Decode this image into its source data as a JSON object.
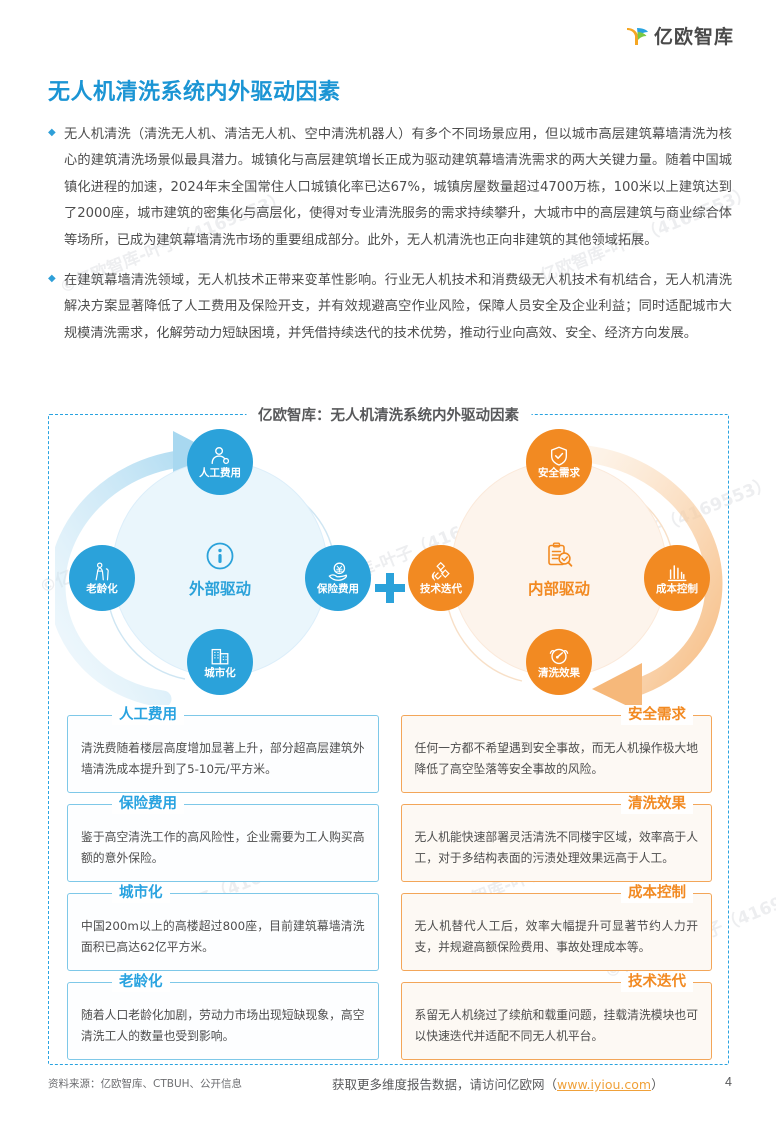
{
  "brand": {
    "logo_text": "亿欧智库"
  },
  "page_title": "无人机清洗系统内外驱动因素",
  "paragraphs": [
    "无人机清洗（清洗无人机、清洁无人机、空中清洗机器人）有多个不同场景应用，但以城市高层建筑幕墙清洗为核心的建筑清洗场景似最具潜力。城镇化与高层建筑增长正成为驱动建筑幕墙清洗需求的两大关键力量。随着中国城镇化进程的加速，2024年末全国常住人口城镇化率已达67%，城镇房屋数量超过4700万栋，100米以上建筑达到了2000座，城市建筑的密集化与高层化，使得对专业清洗服务的需求持续攀升，大城市中的高层建筑与商业综合体等场所，已成为建筑幕墙清洗市场的重要组成部分。此外，无人机清洗也正向非建筑的其他领域拓展。",
    "在建筑幕墙清洗领域，无人机技术正带来变革性影响。行业无人机技术和消费级无人机技术有机结合，无人机清洗解决方案显著降低了人工费用及保险开支，并有效规避高空作业风险，保障人员安全及企业利益；同时适配城市大规模清洗需求，化解劳动力短缺困境，并凭借持续迭代的技术优势，推动行业向高效、安全、经济方向发展。"
  ],
  "figure": {
    "title": "亿欧智库：无人机清洗系统内外驱动因素",
    "separator_icon": "plus-icon",
    "clusters": [
      {
        "id": "external",
        "center_label": "外部驱动",
        "center_icon": "info-circle-icon",
        "accent": "#2ba2da",
        "nodes": [
          {
            "position": "top",
            "label": "人工费用",
            "icon": "person-icon"
          },
          {
            "position": "right",
            "label": "保险费用",
            "icon": "hand-yuan-icon"
          },
          {
            "position": "bottom",
            "label": "城市化",
            "icon": "building-icon"
          },
          {
            "position": "left",
            "label": "老龄化",
            "icon": "elderly-cane-icon"
          }
        ]
      },
      {
        "id": "internal",
        "center_label": "内部驱动",
        "center_icon": "clipboard-search-icon",
        "accent": "#f28a22",
        "nodes": [
          {
            "position": "top",
            "label": "安全需求",
            "icon": "shield-check-icon"
          },
          {
            "position": "right",
            "label": "成本控制",
            "icon": "bar-chart-icon"
          },
          {
            "position": "bottom",
            "label": "清洗效果",
            "icon": "gauge-icon"
          },
          {
            "position": "left",
            "label": "技术迭代",
            "icon": "satellite-icon"
          }
        ]
      }
    ],
    "cards_left": [
      {
        "title": "人工费用",
        "body": "清洗费随着楼层高度增加显著上升，部分超高层建筑外墙清洗成本提升到了5-10元/平方米。"
      },
      {
        "title": "保险费用",
        "body": "鉴于高空清洗工作的高风险性，企业需要为工人购买高额的意外保险。"
      },
      {
        "title": "城市化",
        "body": "中国200m以上的高楼超过800座，目前建筑幕墙清洗面积已高达62亿平方米。"
      },
      {
        "title": "老龄化",
        "body": "随着人口老龄化加剧，劳动力市场出现短缺现象，高空清洗工人的数量也受到影响。"
      }
    ],
    "cards_right": [
      {
        "title": "安全需求",
        "body": "任何一方都不希望遇到安全事故，而无人机操作极大地降低了高空坠落等安全事故的风险。"
      },
      {
        "title": "清洗效果",
        "body": "无人机能快速部署灵活清洗不同楼宇区域，效率高于人工，对于多结构表面的污渍处理效果远高于人工。"
      },
      {
        "title": "成本控制",
        "body": "无人机替代人工后，效率大幅提升可显著节约人力开支，并规避高额保险费用、事故处理成本等。"
      },
      {
        "title": "技术迭代",
        "body": "系留无人机绕过了续航和载重问题，挂载清洗模块也可以快速迭代并适配不同无人机平台。"
      }
    ]
  },
  "footer": {
    "source": "资料来源：亿欧智库、CTBUH、公开信息",
    "center_prefix": "获取更多维度报告数据，请访问亿欧网（",
    "center_link": "www.iyiou.com",
    "center_suffix": "）",
    "page_number": "4"
  },
  "watermark_text": "©亿欧智库-叶子（4169553）",
  "colors": {
    "blue": "#2ba2da",
    "orange": "#f28a22",
    "title_blue": "#1b95d4"
  }
}
